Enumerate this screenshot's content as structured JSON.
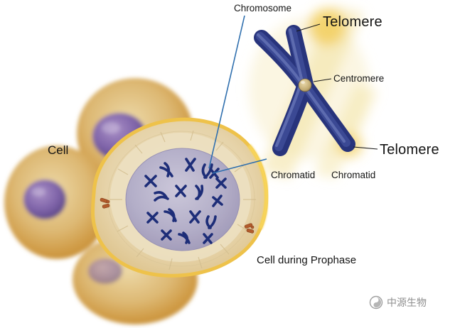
{
  "labels": {
    "chromosome": "Chromosome",
    "telomere_top": "Telomere",
    "centromere": "Centromere",
    "telomere_bottom": "Telomere",
    "chromatid_left": "Chromatid",
    "chromatid_right": "Chromatid",
    "cell": "Cell",
    "cell_during_prophase": "Cell during Prophase"
  },
  "watermark": {
    "text": "中源生物",
    "logo_icon": "zhongyuan-swirl-logo-icon"
  },
  "colors": {
    "chromosome_navy": "#28347c",
    "chromosome_mid": "#3e4c97",
    "chromosome_highlight": "#7583c2",
    "condensed_chromatin": "#1d2d78",
    "zoom_line_blue": "#2f6fae",
    "pointer_line_black": "#1a1a1a",
    "cell_gold_rim": "#eec24a",
    "cell_body_tan": "#ddb873",
    "nucleus_purple": "#7e63a8",
    "prophase_nucleus_lavender": "#b2adc9",
    "glow_yellow": "#f2cf5e",
    "watermark_gray": "#8f8f8f"
  }
}
